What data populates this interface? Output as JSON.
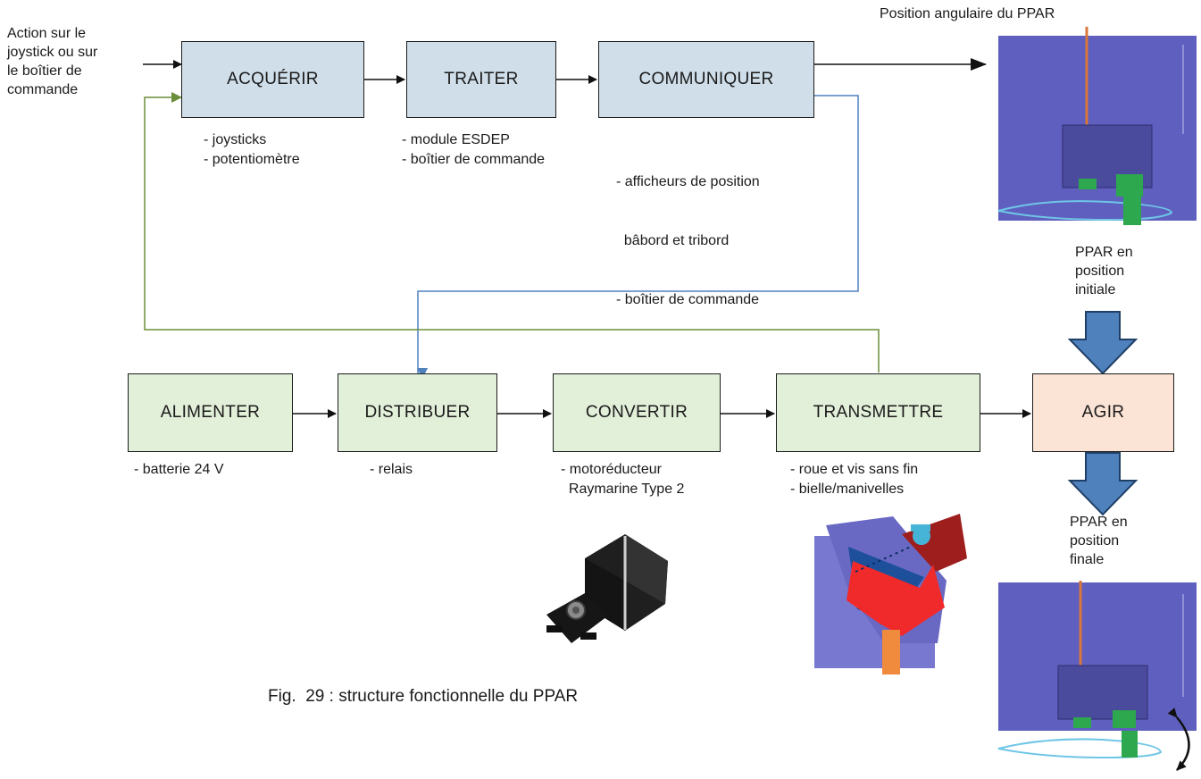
{
  "title": "Fig.  29 : structure fonctionnelle du PPAR",
  "input_label": [
    "Action sur le",
    "joystick ou sur",
    "le boîtier de",
    "commande"
  ],
  "top_right_label": "Position angulaire du PPAR",
  "blocks": {
    "acquerir": "ACQUÉRIR",
    "traiter": "TRAITER",
    "communiquer": "COMMUNIQUER",
    "alimenter": "ALIMENTER",
    "distribuer": "DISTRIBUER",
    "convertir": "CONVERTIR",
    "transmettre": "TRANSMETTRE",
    "agir": "AGIR"
  },
  "notes": {
    "acquerir": [
      "- joysticks",
      "- potentiomètre"
    ],
    "traiter": [
      "- module ESDEP",
      "- boîtier de commande"
    ],
    "communiquer": [
      "- afficheurs de position",
      "  bâbord et tribord",
      "- boîtier de commande"
    ],
    "alimenter": [
      "- batterie 24 V"
    ],
    "distribuer": [
      "- relais"
    ],
    "convertir": [
      "- motoréducteur",
      "  Raymarine Type 2"
    ],
    "transmettre": [
      "- roue et vis sans fin",
      "- bielle/manivelles"
    ]
  },
  "state_labels": {
    "initial": [
      "PPAR en",
      "position",
      "initiale"
    ],
    "final": [
      "PPAR en",
      "position",
      "finale"
    ]
  },
  "colors": {
    "blue_block": "#cfdee9",
    "green_block": "#e2efd9",
    "agir_block": "#fbe3d5",
    "feedback_green": "#6b8e3a",
    "link_blue": "#4f81bd",
    "big_arrow": "#4f81bd",
    "ppar_body": "#5f5fbf"
  }
}
